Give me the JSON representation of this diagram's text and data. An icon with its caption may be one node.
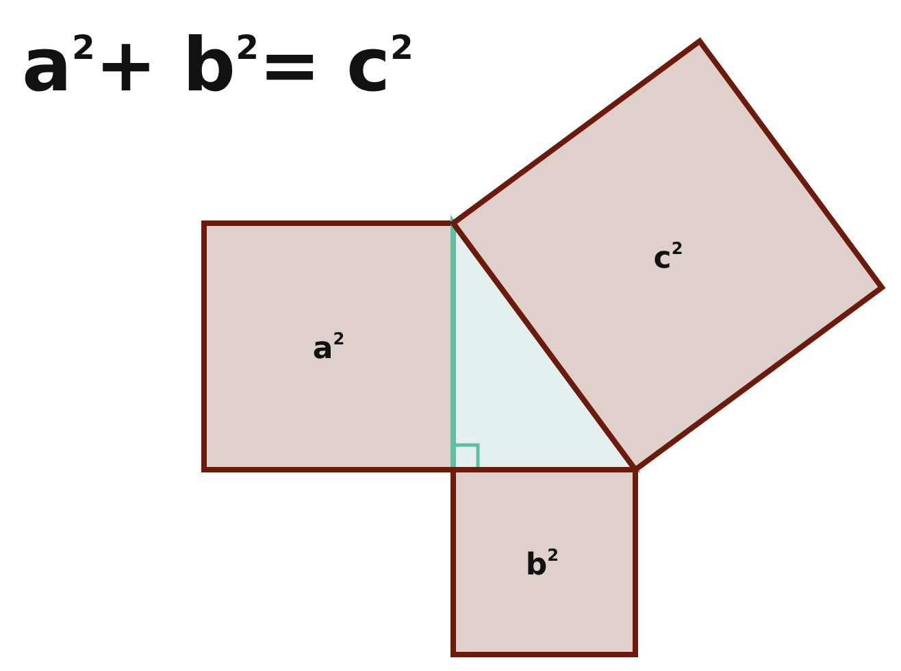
{
  "diagram": {
    "title": "a$^{2}$+ b$^{2}$= c$^{2}$",
    "nodes": [
      {
        "text": [
          "a$^{2}$"
        ]
      },
      {
        "text": [],
        "shape": "triangle"
      },
      {
        "text": [
          "c$^{2}$"
        ]
      },
      {
        "text": [
          "b$^{2}$"
        ]
      }
    ]
  }
}
